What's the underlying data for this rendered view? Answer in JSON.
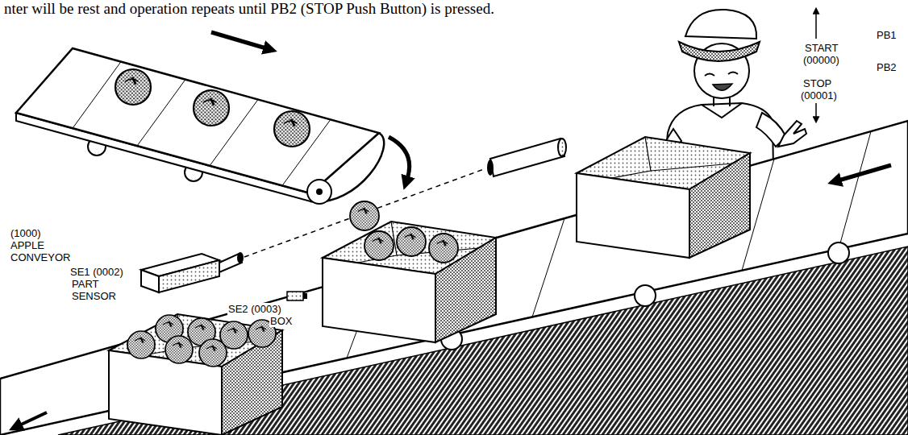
{
  "diagram": {
    "labels": [
      "nter will be rest and operation repeats until PB2 (STOP Push Button) is pressed.",
      "(1000)",
      "APPLE",
      "CONVEYOR",
      "SE1 (0002)",
      "PART",
      "SENSOR",
      "SE2 (0003)",
      "BOX",
      "START",
      "(00000)",
      "STOP",
      "(00001)",
      "PB1",
      "PB2"
    ]
  }
}
